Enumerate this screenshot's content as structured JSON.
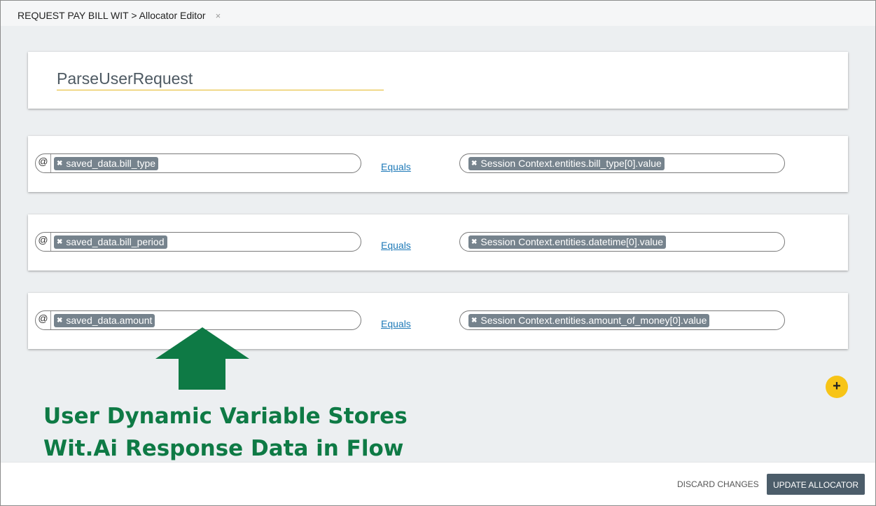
{
  "tab": {
    "title": "REQUEST PAY BILL WIT > Allocator Editor",
    "close_icon": "×"
  },
  "allocator": {
    "name": "ParseUserRequest"
  },
  "conditions": [
    {
      "at_symbol": "@",
      "left_tag": "saved_data.bill_type",
      "operator": "Equals",
      "right_tag": "Session Context.entities.bill_type[0].value"
    },
    {
      "at_symbol": "@",
      "left_tag": "saved_data.bill_period",
      "operator": "Equals",
      "right_tag": "Session Context.entities.datetime[0].value"
    },
    {
      "at_symbol": "@",
      "left_tag": "saved_data.amount",
      "operator": "Equals",
      "right_tag": "Session Context.entities.amount_of_money[0].value"
    }
  ],
  "tag_remove_icon": "✖",
  "add_condition_icon": "+",
  "annotation": {
    "line1": "User Dynamic Variable Stores",
    "line2": "Wit.Ai Response Data in Flow",
    "color": "#0e7a45",
    "arrow_icon": "up-arrow-icon"
  },
  "footer": {
    "discard_label": "DISCARD CHANGES",
    "update_label": "UPDATE ALLOCATOR"
  },
  "colors": {
    "accent": "#f7c417",
    "tag_bg": "#76838d",
    "primary_button": "#4c5d6a",
    "link": "#1f7ab8"
  }
}
